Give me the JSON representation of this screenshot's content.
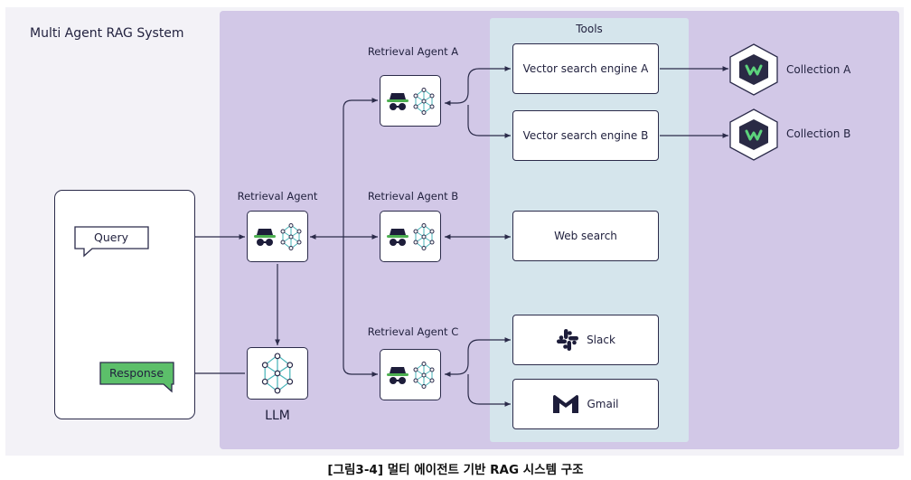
{
  "system": {
    "title": "Multi Agent RAG System"
  },
  "io": {
    "query_label": "Query",
    "response_label": "Response"
  },
  "llm": {
    "label": "LLM"
  },
  "agents": {
    "main": "Retrieval Agent",
    "a": "Retrieval Agent A",
    "b": "Retrieval Agent B",
    "c": "Retrieval Agent C"
  },
  "tools": {
    "title": "Tools",
    "vector_a": "Vector search engine A",
    "vector_b": "Vector search engine B",
    "web": "Web search",
    "slack": "Slack",
    "gmail": "Gmail"
  },
  "collections": {
    "a": "Collection A",
    "b": "Collection B"
  },
  "caption": "[그림3-4] 멀티 에이전트 기반 RAG 시스템 구조",
  "colors": {
    "system_region": "#d2c8e7",
    "tools_region": "#d5e5ec",
    "response_green": "#5cbf6a",
    "agent_green": "#4caf50",
    "brain_accent": "#46b4b8",
    "ink": "#22223f",
    "slack_mark": "#1d1d3a",
    "gmail_mark": "#1d1d3a",
    "collection_mark": "#2a2a45",
    "collection_accent": "#5cd37c"
  },
  "icons": [
    "spy-agent-icon",
    "neural-network-icon",
    "slack-icon",
    "gmail-icon",
    "collection-db-icon"
  ]
}
